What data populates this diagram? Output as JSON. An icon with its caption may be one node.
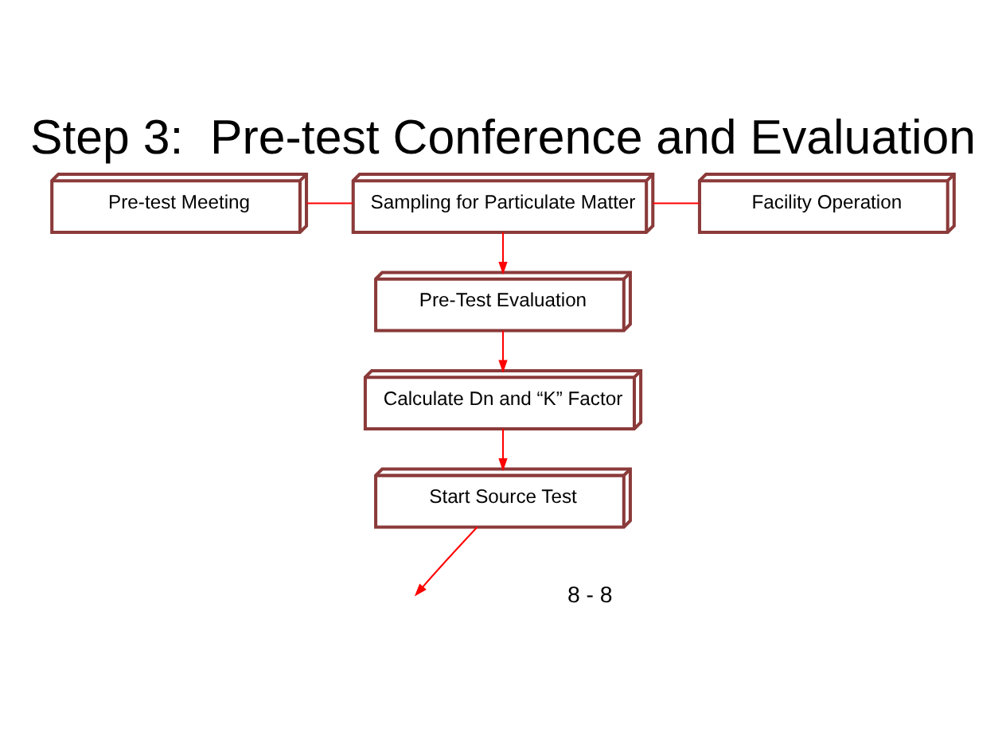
{
  "diagram": {
    "title": "Step 3:  Pre-test Conference and Evaluation",
    "nodes": [
      {
        "text": [
          "Pre-test Meeting"
        ]
      },
      {
        "text": [
          "Sampling for Particulate Matter"
        ]
      },
      {
        "text": [
          "Facility Operation"
        ]
      },
      {
        "text": [
          "Pre-Test Evaluation"
        ]
      },
      {
        "text": [
          "Calculate Dn and “K” Factor"
        ]
      },
      {
        "text": [
          "Start Source Test"
        ]
      }
    ],
    "edges": [
      {
        "from": 0,
        "to": 1,
        "arrow": "none"
      },
      {
        "from": 1,
        "to": 2,
        "arrow": "none"
      },
      {
        "from": 1,
        "to": 3,
        "arrow": "to"
      },
      {
        "from": 3,
        "to": 4,
        "arrow": "to"
      },
      {
        "from": 4,
        "to": 5,
        "arrow": "to"
      },
      {
        "from": 5,
        "to": null,
        "arrow": "to"
      }
    ],
    "labels": [
      "8 - 8"
    ]
  }
}
